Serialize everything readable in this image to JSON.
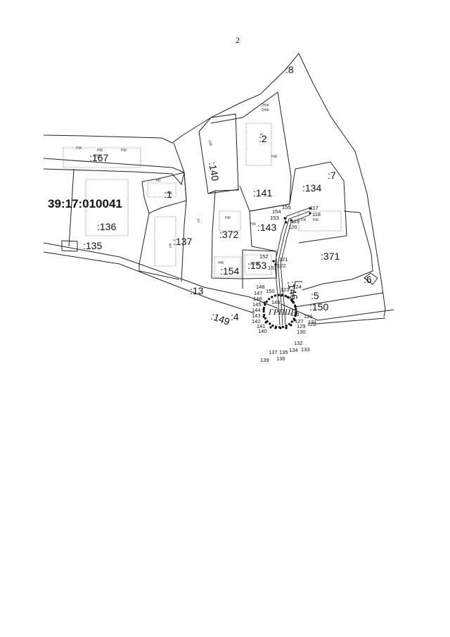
{
  "page_number": "2",
  "quarter_number": "39:17:010041",
  "station_label": "ГРПШ",
  "parcel_labels": [
    ":8",
    ":2",
    ":167",
    ":140",
    ":7",
    ":1",
    ":141",
    ":134",
    ":136",
    ":137",
    ":372",
    ":143",
    ":371",
    ":135",
    ":154",
    ":153",
    ":146",
    ":6",
    ":13",
    ":5",
    ":149",
    ":4",
    ":150"
  ],
  "building_labels": [
    "2НЖ",
    "2НЖ",
    "НЖ",
    "НЖ",
    "НЖ",
    "2НЖ",
    "НЖ",
    "КН",
    "НЖ",
    "КН",
    "НЖ",
    "1Н",
    "НЖ",
    "КЖ",
    "НЖ",
    "НЖ",
    "2КНЖ",
    "НЖ",
    "Н"
  ],
  "point_labels": [
    "154",
    "155",
    "153",
    "117",
    "118",
    "119",
    "120",
    "152",
    "151",
    "121",
    "122",
    "148",
    "147",
    "146",
    "145",
    "144",
    "143",
    "142",
    "141",
    "140",
    "139",
    "150",
    "149",
    "123",
    "124",
    "125",
    "126",
    "127",
    "128",
    "129",
    "130",
    "131",
    "132",
    "133",
    "134",
    "135",
    "136",
    "137",
    "138"
  ]
}
